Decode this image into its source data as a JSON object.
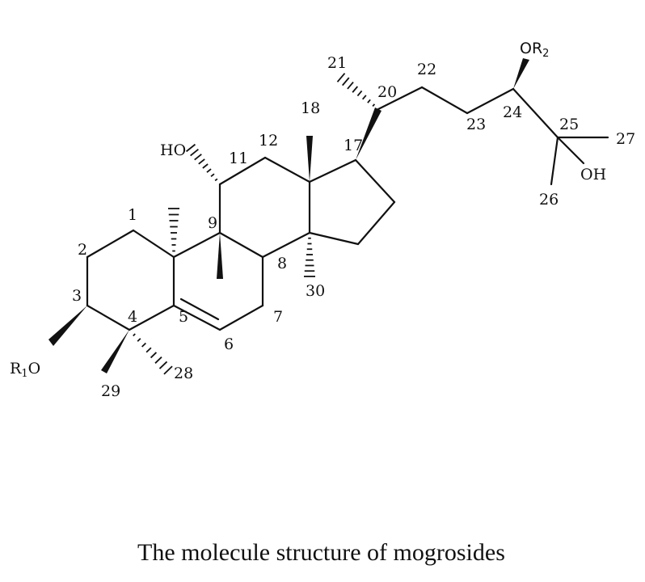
{
  "caption": "The molecule structure of mogrosides",
  "groups": {
    "r1o": "R1O",
    "or2": "OR2",
    "ho": "HO",
    "oh": "OH"
  },
  "atom_labels": [
    "1",
    "2",
    "3",
    "4",
    "5",
    "6",
    "7",
    "8",
    "9",
    "11",
    "12",
    "17",
    "18",
    "20",
    "21",
    "22",
    "23",
    "24",
    "25",
    "26",
    "27",
    "28",
    "29",
    "30"
  ],
  "colors": {
    "ink": "#111111",
    "background": "#ffffff"
  }
}
